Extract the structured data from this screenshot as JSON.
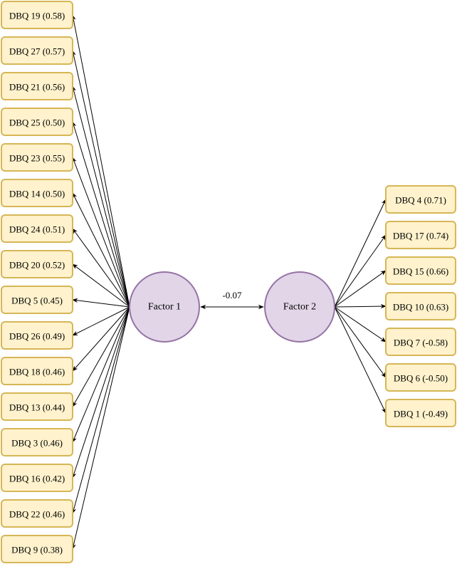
{
  "factors": [
    {
      "id": "f1",
      "label": "Factor 1"
    },
    {
      "id": "f2",
      "label": "Factor 2"
    }
  ],
  "correlation": {
    "label": "-0.07",
    "value": -0.07
  },
  "factor1_items": [
    {
      "item": "DBQ 19",
      "loading": 0.58,
      "label": "DBQ 19 (0.58)"
    },
    {
      "item": "DBQ 27",
      "loading": 0.57,
      "label": "DBQ 27 (0.57)"
    },
    {
      "item": "DBQ 21",
      "loading": 0.56,
      "label": "DBQ 21 (0.56)"
    },
    {
      "item": "DBQ 25",
      "loading": 0.5,
      "label": "DBQ 25 (0.50)"
    },
    {
      "item": "DBQ 23",
      "loading": 0.55,
      "label": "DBQ 23 (0.55)"
    },
    {
      "item": "DBQ 14",
      "loading": 0.5,
      "label": "DBQ 14 (0.50)"
    },
    {
      "item": "DBQ 24",
      "loading": 0.51,
      "label": "DBQ 24 (0.51)"
    },
    {
      "item": "DBQ 20",
      "loading": 0.52,
      "label": "DBQ 20 (0.52)"
    },
    {
      "item": "DBQ 5",
      "loading": 0.45,
      "label": "DBQ 5 (0.45)"
    },
    {
      "item": "DBQ 26",
      "loading": 0.49,
      "label": "DBQ 26 (0.49)"
    },
    {
      "item": "DBQ 18",
      "loading": 0.46,
      "label": "DBQ 18 (0.46)"
    },
    {
      "item": "DBQ 13",
      "loading": 0.44,
      "label": "DBQ 13 (0.44)"
    },
    {
      "item": "DBQ 3",
      "loading": 0.46,
      "label": "DBQ 3 (0.46)"
    },
    {
      "item": "DBQ 16",
      "loading": 0.42,
      "label": "DBQ 16 (0.42)"
    },
    {
      "item": "DBQ 22",
      "loading": 0.46,
      "label": "DBQ 22 (0.46)"
    },
    {
      "item": "DBQ 9",
      "loading": 0.38,
      "label": "DBQ 9 (0.38)"
    }
  ],
  "factor2_items": [
    {
      "item": "DBQ 4",
      "loading": 0.71,
      "label": "DBQ 4 (0.71)"
    },
    {
      "item": "DBQ 17",
      "loading": 0.74,
      "label": "DBQ 17 (0.74)"
    },
    {
      "item": "DBQ 15",
      "loading": 0.66,
      "label": "DBQ 15 (0.66)"
    },
    {
      "item": "DBQ 10",
      "loading": 0.63,
      "label": "DBQ 10 (0.63)"
    },
    {
      "item": "DBQ 7",
      "loading": -0.58,
      "label": "DBQ 7 (-0.58)"
    },
    {
      "item": "DBQ 6",
      "loading": -0.5,
      "label": "DBQ 6 (-0.50)"
    },
    {
      "item": "DBQ 1",
      "loading": -0.49,
      "label": "DBQ 1 (-0.49)"
    }
  ],
  "colors": {
    "item_fill": "#fff2cc",
    "item_stroke": "#d6b656",
    "factor_fill": "#e1d5e7",
    "factor_stroke": "#9673a6"
  }
}
